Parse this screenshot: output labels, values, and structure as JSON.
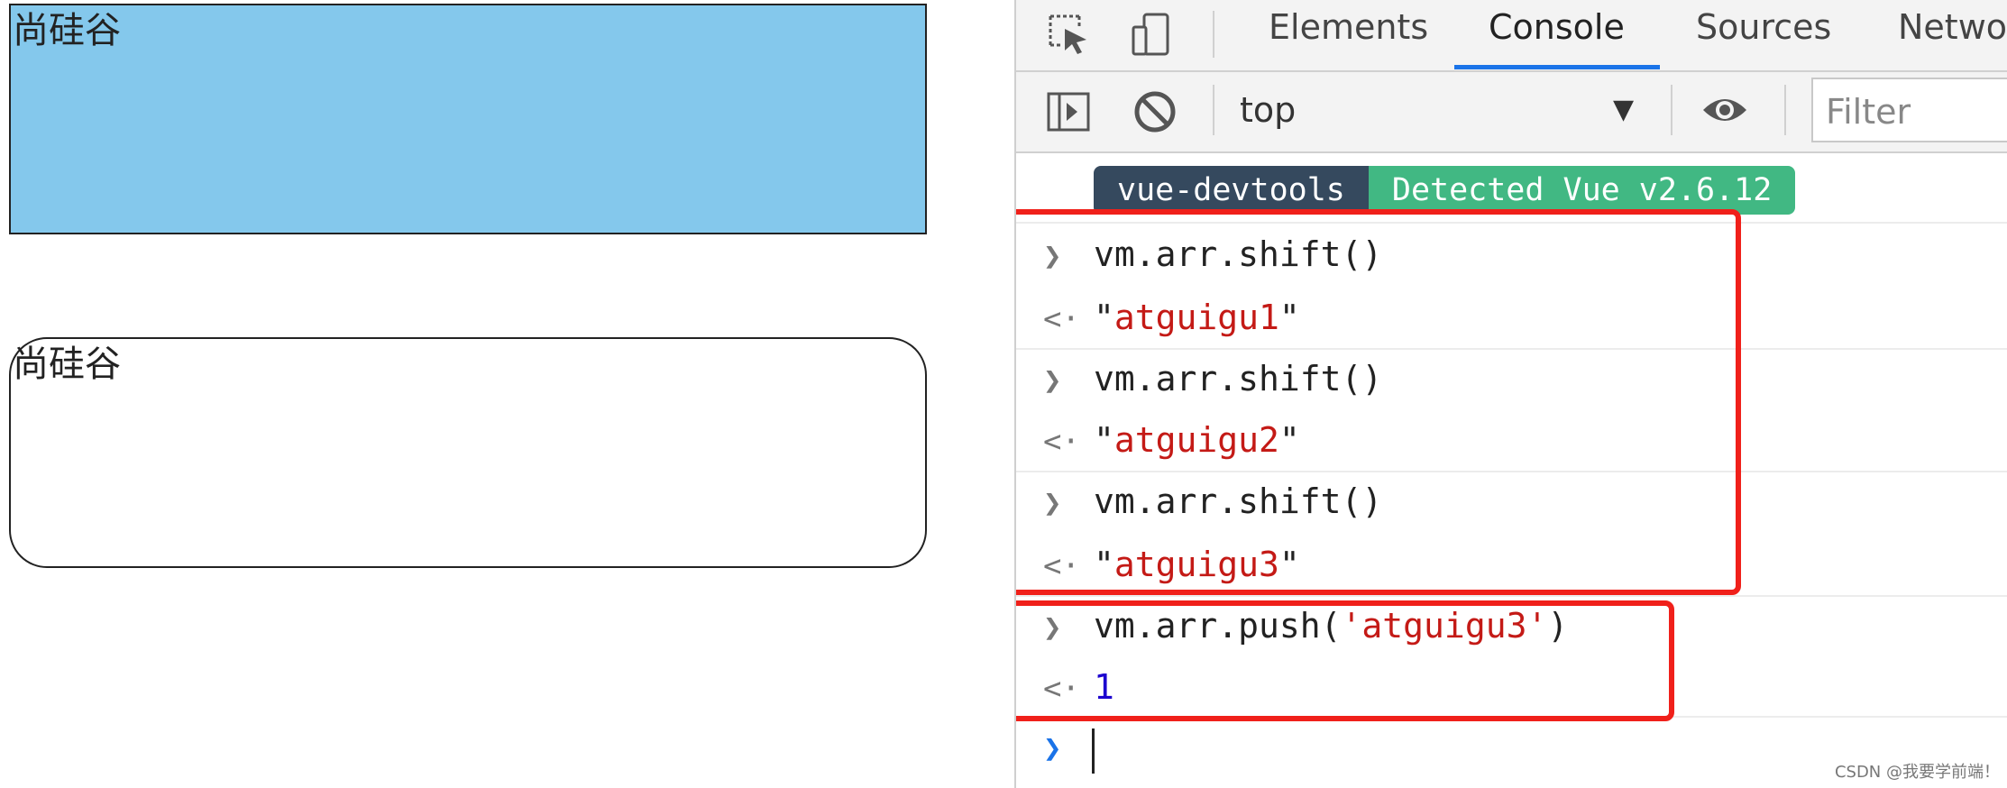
{
  "page": {
    "box1_text": "尚硅谷",
    "box2_text": "尚硅谷"
  },
  "devtools": {
    "tabs": [
      "Elements",
      "Console",
      "Sources",
      "Netwo"
    ],
    "active_tab": "Console",
    "context": "top",
    "filter_placeholder": "Filter",
    "badge_left": "vue-devtools",
    "badge_right": "Detected Vue v2.6.12",
    "entries": [
      {
        "input": "vm.arr.shift()",
        "output": "atguigu1"
      },
      {
        "input": "vm.arr.shift()",
        "output": "atguigu2"
      },
      {
        "input": "vm.arr.shift()",
        "output": "atguigu3"
      }
    ],
    "push_cmd_prefix": "vm.arr.push(",
    "push_cmd_arg": "'atguigu3'",
    "push_cmd_suffix": ")",
    "push_result": "1"
  },
  "colors": {
    "box_fill": "#84c8ec",
    "highlight": "#f0201a",
    "vue_green": "#41b883",
    "vue_dark": "#35495e",
    "tab_accent": "#1a73e8"
  },
  "icons": [
    "inspect-element-icon",
    "device-toggle-icon",
    "sidebar-toggle-icon",
    "clear-console-icon",
    "eye-icon"
  ],
  "watermark": "CSDN @我要学前端！"
}
